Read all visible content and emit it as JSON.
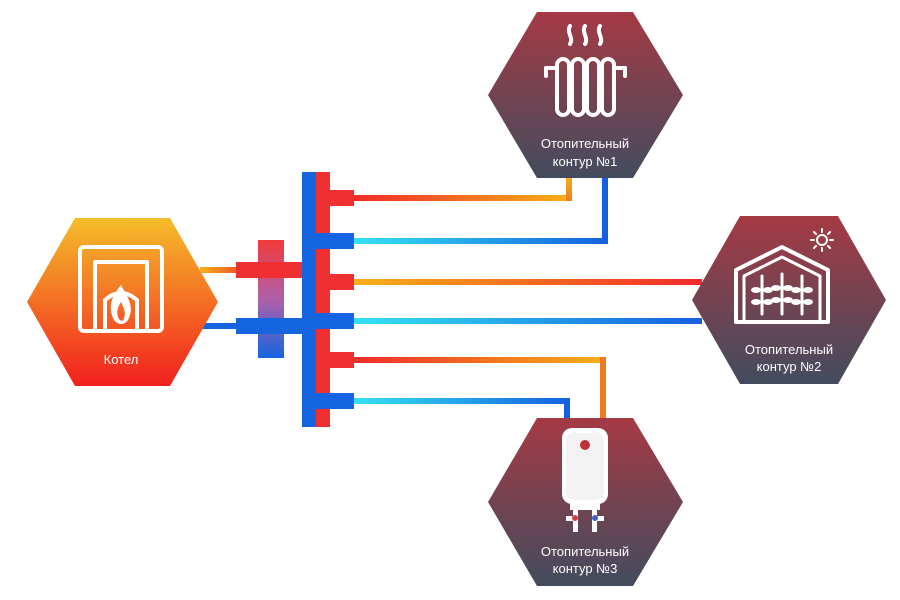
{
  "nodes": {
    "boiler": {
      "label": "Котел",
      "icon": "boiler-furnace-icon",
      "gradient": [
        "#f5b82a",
        "#f2221f"
      ]
    },
    "circuit1": {
      "label_line1": "Отопительный",
      "label_line2": "контур  №1",
      "icon": "radiator-icon"
    },
    "circuit2": {
      "label_line1": "Отопительный",
      "label_line2": "контур  №2",
      "icon": "greenhouse-icon"
    },
    "circuit3": {
      "label_line1": "Отопительный",
      "label_line2": "контур  №3",
      "icon": "water-heater-icon"
    }
  },
  "colors": {
    "hot": "#f03030",
    "cold": "#1565e0",
    "warm": "#f6a817",
    "cyan": "#33dff0",
    "hex_top": "#a33a45",
    "hex_bottom": "#434c5c"
  }
}
